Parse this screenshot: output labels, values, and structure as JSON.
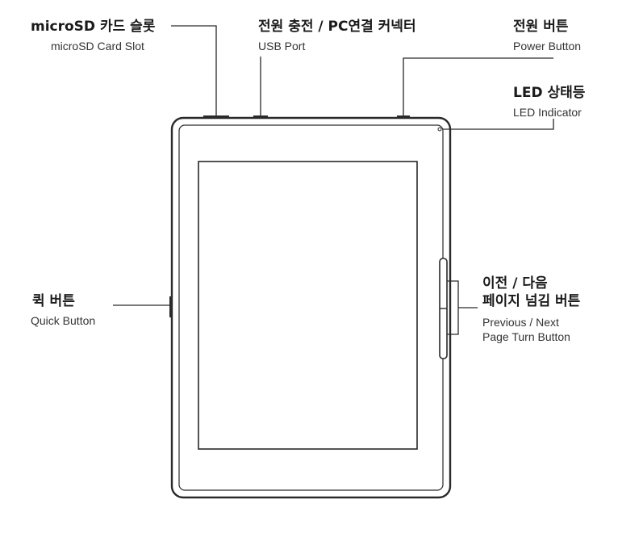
{
  "labels": {
    "microsd": {
      "ko": "microSD 카드 슬롯",
      "en": "microSD Card Slot"
    },
    "usb": {
      "ko": "전원 충전 / PC연결 커넥터",
      "en": "USB Port"
    },
    "power": {
      "ko": "전원 버튼",
      "en": "Power Button"
    },
    "led": {
      "ko": "LED 상태등",
      "en": "LED Indicator"
    },
    "quick": {
      "ko": "퀵 버튼",
      "en": "Quick Button"
    },
    "page": {
      "ko_line1": "이전 / 다음",
      "ko_line2": "페이지 넘김 버튼",
      "en_line1": "Previous / Next",
      "en_line2": "Page Turn Button"
    }
  },
  "colors": {
    "outline": "#2a2a2a",
    "text": "#1a1a1a",
    "subtext": "#333333"
  }
}
